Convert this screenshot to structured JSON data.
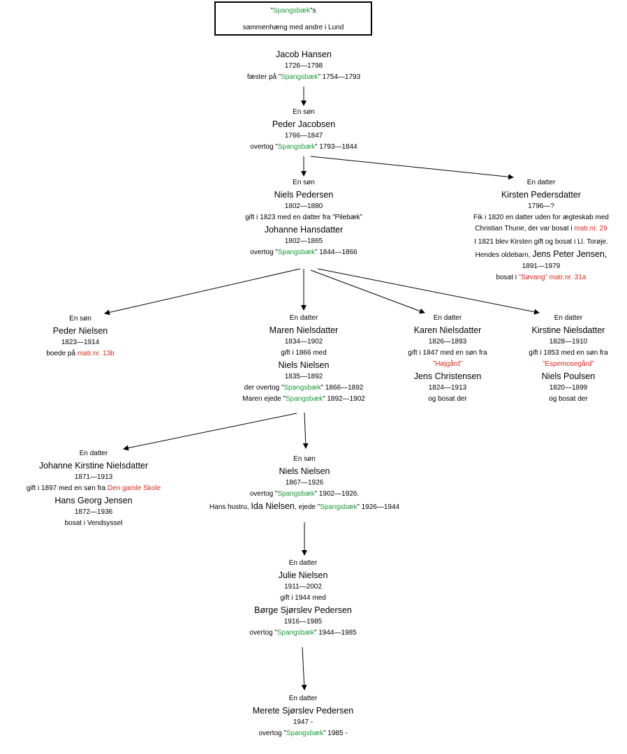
{
  "title": {
    "q_open": "”",
    "farm": "Spangsbæk",
    "q_close_s": "”s",
    "line2": "sammenhæng med andre i Lund"
  },
  "colors": {
    "farm": "#1a9a3a",
    "place": "#d42a1e"
  },
  "people": {
    "jacob": {
      "name": "Jacob Hansen",
      "years": "1726—1798",
      "note_pre": "fæster på ”",
      "farm": "Spangsbæk",
      "note_post": "” 1754—1793"
    },
    "peder": {
      "rel": "En søn",
      "name": "Peder Jacobsen",
      "years": "1766—1847",
      "note_pre": "overtog ”",
      "farm": "Spangsbæk",
      "note_post": "” 1793—1844"
    },
    "niels_p": {
      "rel": "En søn",
      "name": "Niels Pedersen",
      "years": "1802—1880",
      "marriage": "gift i 1823 med en datter fra ”Pilebæk”",
      "spouse": "Johanne Hansdatter",
      "spouse_years": "1802—1865",
      "note_pre": "overtog ”",
      "farm": "Spangsbæk",
      "note_post": "” 1844—1866"
    },
    "kirsten": {
      "rel": "En datter",
      "name": "Kirsten Pedersdatter",
      "years": "1796—?",
      "line1": "Fik i 1820 en datter uden for ægteskab med",
      "line2_pre": "Christian Thune, der var bosat i ",
      "line2_place": "matr.nr. 29",
      "line3": "I 1821 blev Kirsten gift og bosat i Ll. Torøje.",
      "line4_pre": "Hendes oldebarn, ",
      "line4_name": "Jens Peter Jensen,",
      "line5": "1891—1979",
      "line6_pre": "bosat i ",
      "line6_place": "”Søvang” matr.nr. 31a"
    },
    "peder_n": {
      "rel": "En søn",
      "name": "Peder Nielsen",
      "years": "1823—1914",
      "note_pre": "boede på ",
      "place": "matr.nr. 13b"
    },
    "maren": {
      "rel": "En datter",
      "name": "Maren Nielsdatter",
      "years": "1834—1902",
      "marriage": "gift i 1866 med",
      "spouse": "Niels Nielsen",
      "spouse_years": "1835—1892",
      "l1_pre": "der overtog ”",
      "l1_farm": "Spangsbæk",
      "l1_post": "” 1866—1892",
      "l2_pre": "Maren ejede ”",
      "l2_farm": "Spangsbæk",
      "l2_post": "” 1892—1902"
    },
    "karen": {
      "rel": "En datter",
      "name": "Karen Nielsdatter",
      "years": "1826—1893",
      "marriage": "gift i 1847 med en søn fra",
      "place": "”Højgård”",
      "spouse": "Jens Christensen",
      "spouse_years": "1824—1913",
      "note": "og bosat der"
    },
    "kirstine": {
      "rel": "En datter",
      "name": "Kirstine Nielsdatter",
      "years": "1828—1910",
      "marriage": "gift i 1853 med en søn fra",
      "place": "”Espemosegård”",
      "spouse": "Niels Poulsen",
      "spouse_years": "1820—1899",
      "note": "og bosat der"
    },
    "johanne_k": {
      "rel": "En datter",
      "name": "Johanne Kirstine Nielsdatter",
      "years": "1871—1913",
      "marriage_pre": "gift i 1897 med en søn fra ",
      "place": "Den gamle Skole",
      "spouse": "Hans Georg Jensen",
      "spouse_years": "1872—1936",
      "note": "bosat i Vendsyssel"
    },
    "niels_n": {
      "rel": "En søn",
      "name": "Niels Nielsen",
      "years": "1867—1926",
      "l1_pre": "overtog ”",
      "l1_farm": "Spangsbæk",
      "l1_post": "” 1902—1926.",
      "l2_pre": "Hans hustru, ",
      "l2_name": "Ida Nielsen",
      "l2_mid": ", ejede ”",
      "l2_farm": "Spangsbæk",
      "l2_post": "” 1926—1944"
    },
    "julie": {
      "rel": "En datter",
      "name": "Julie Nielsen",
      "years": "1911—2002",
      "marriage": "gift i 1944 med",
      "spouse": "Børge Sjørslev Pedersen",
      "spouse_years": "1916—1985",
      "note_pre": "overtog ”",
      "farm": "Spangsbæk",
      "note_post": "” 1944—1985"
    },
    "merete": {
      "rel": "En datter",
      "name": "Merete Sjørslev Pedersen",
      "years": "1947 -",
      "note_pre": "overtog ”",
      "farm": "Spangsbæk",
      "note_post": "” 1985 -"
    }
  }
}
